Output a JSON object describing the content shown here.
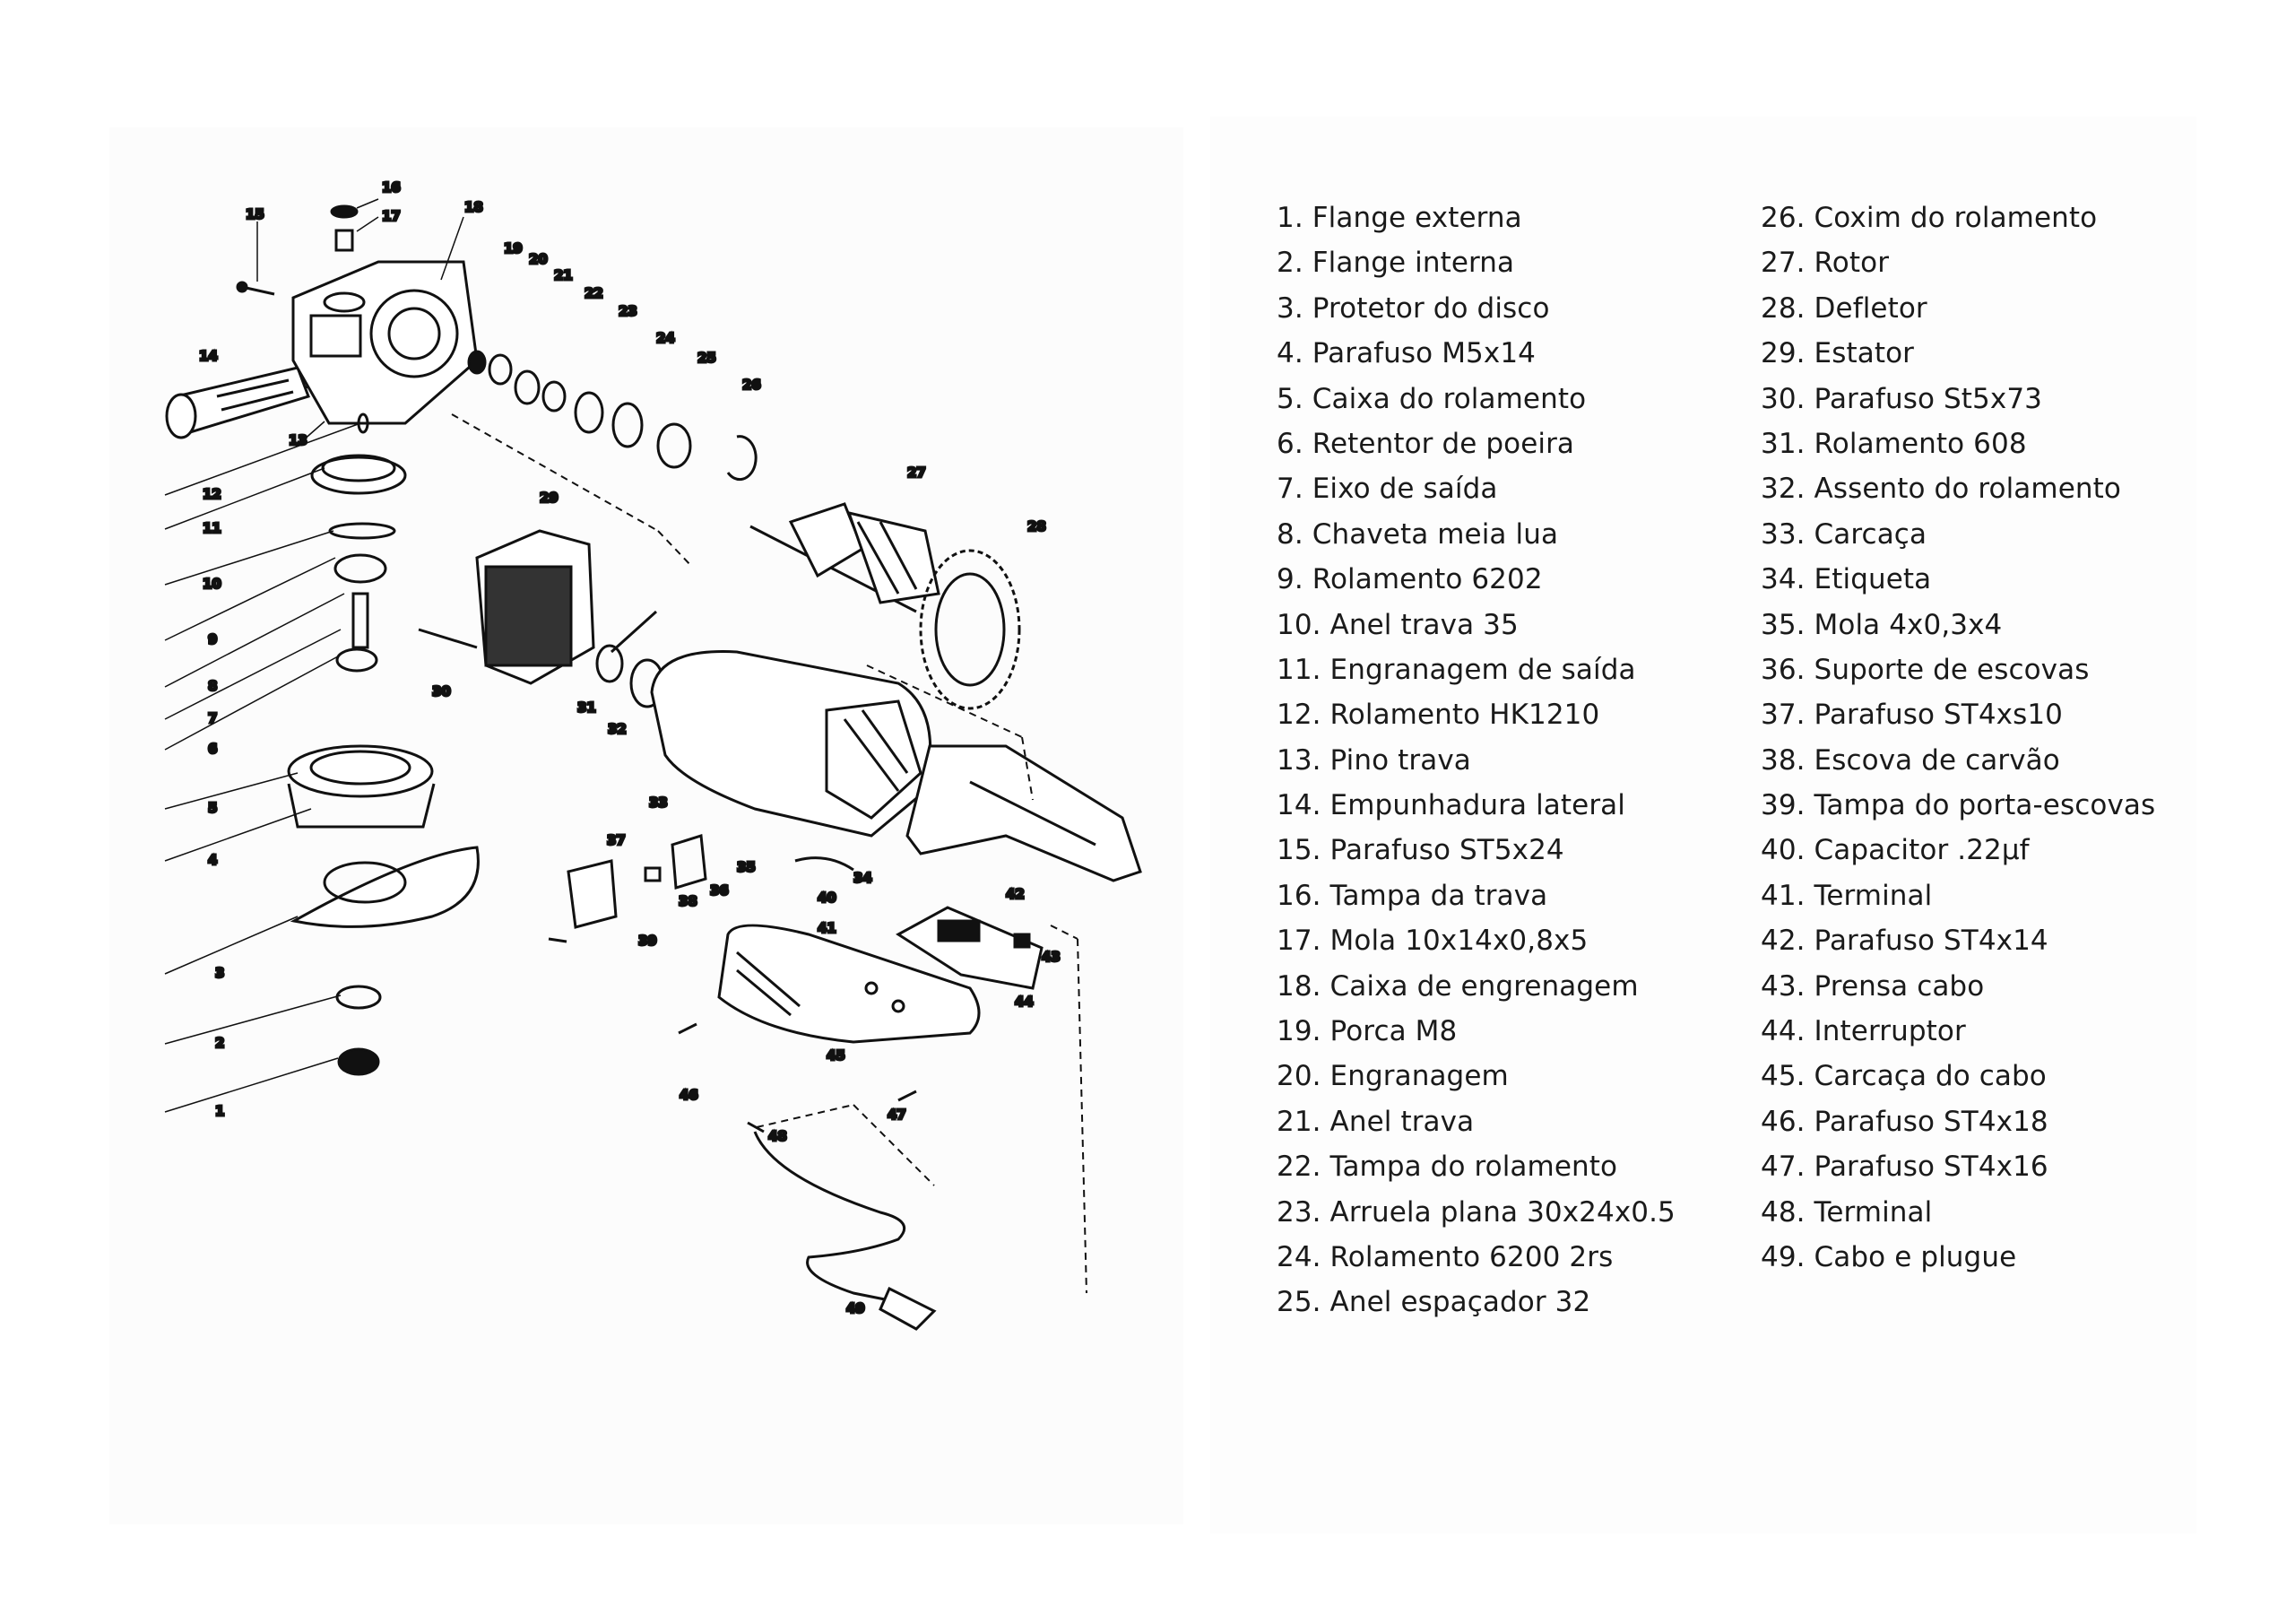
{
  "callouts": [
    "1",
    "2",
    "3",
    "4",
    "5",
    "6",
    "7",
    "8",
    "9",
    "10",
    "11",
    "12",
    "13",
    "14",
    "15",
    "16",
    "17",
    "18",
    "19",
    "20",
    "21",
    "22",
    "23",
    "24",
    "25",
    "26",
    "27",
    "28",
    "29",
    "30",
    "31",
    "32",
    "33",
    "34",
    "35",
    "36",
    "37",
    "38",
    "39",
    "40",
    "41",
    "42",
    "43",
    "44",
    "45",
    "46",
    "47",
    "48",
    "49"
  ],
  "parts_left": [
    "1. Flange externa",
    "2. Flange interna",
    "3. Protetor do disco",
    "4. Parafuso M5x14",
    "5. Caixa do rolamento",
    "6. Retentor de poeira",
    "7. Eixo de saída",
    "8. Chaveta meia lua",
    "9. Rolamento 6202",
    "10. Anel trava 35",
    "11. Engranagem de saída",
    "12. Rolamento HK1210",
    "13. Pino trava",
    "14. Empunhadura lateral",
    "15. Parafuso ST5x24",
    "16. Tampa da trava",
    "17. Mola 10x14x0,8x5",
    "18. Caixa de engrenagem",
    "19. Porca M8",
    "20. Engranagem",
    "21. Anel trava",
    "22. Tampa do rolamento",
    "23. Arruela plana 30x24x0.5",
    "24. Rolamento 6200 2rs",
    "25. Anel espaçador 32"
  ],
  "parts_right": [
    "26. Coxim do rolamento",
    "27. Rotor",
    "28. Defletor",
    "29. Estator",
    "30. Parafuso St5x73",
    "31. Rolamento 608",
    "32. Assento do rolamento",
    "33. Carcaça",
    "34. Etiqueta",
    "35. Mola 4x0,3x4",
    "36. Suporte de escovas",
    "37. Parafuso ST4xs10",
    "38. Escova de carvão",
    "39. Tampa do porta-escovas",
    "40. Capacitor .22µf",
    "41. Terminal",
    "42. Parafuso ST4x14",
    "43. Prensa cabo",
    "44. Interruptor",
    "45. Carcaça do cabo",
    "46. Parafuso ST4x18",
    "47. Parafuso ST4x16",
    "48. Terminal",
    "49. Cabo e plugue"
  ]
}
